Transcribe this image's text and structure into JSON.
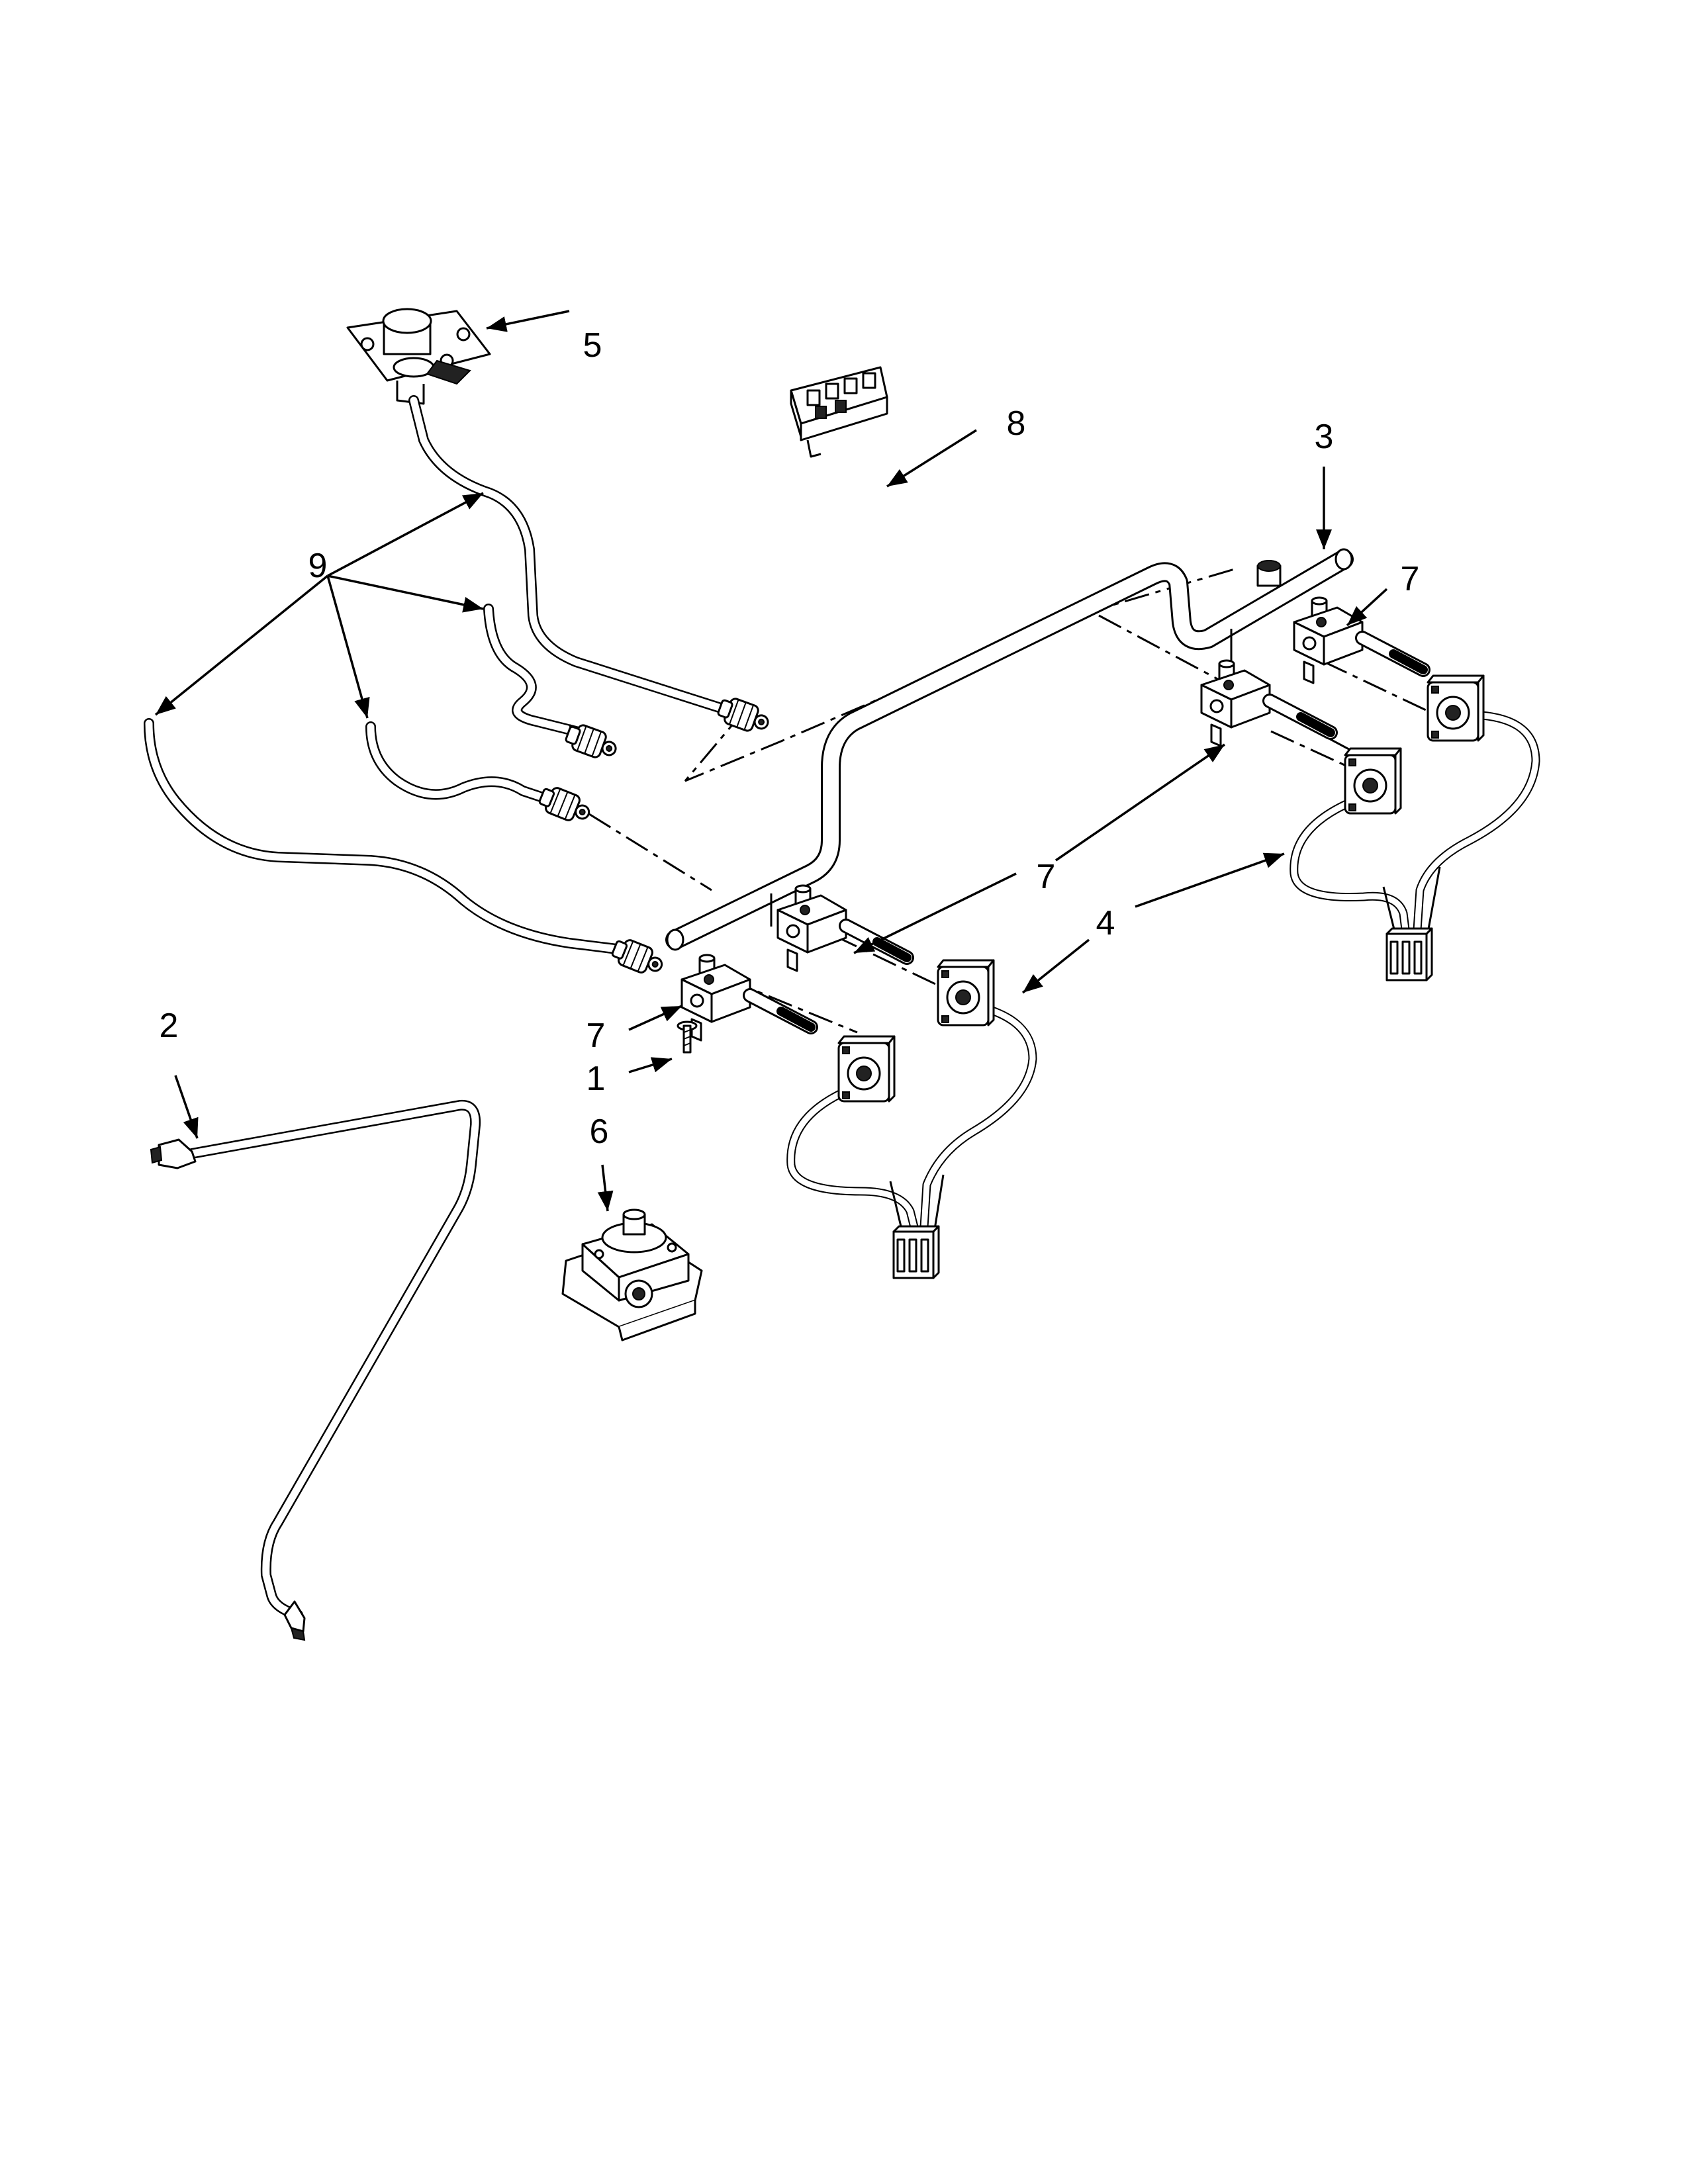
{
  "callouts": {
    "c1": "1",
    "c2": "2",
    "c3": "3",
    "c4": "4",
    "c5": "5",
    "c6": "6",
    "c7a": "7",
    "c7b": "7",
    "c7c": "7",
    "c8": "8",
    "c9": "9"
  }
}
